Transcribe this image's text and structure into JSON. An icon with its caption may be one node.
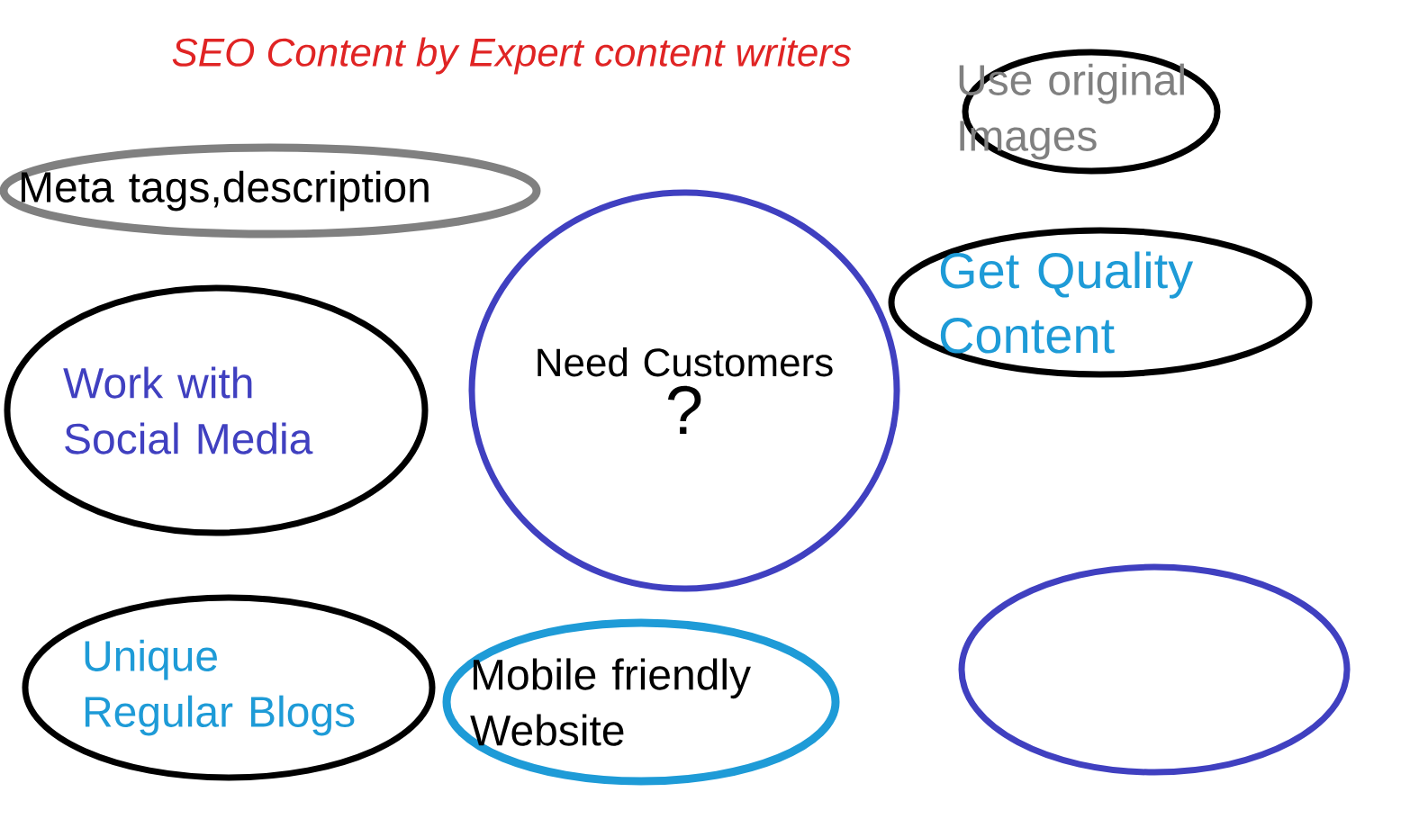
{
  "diagram": {
    "title": "SEO Content by Expert content writers",
    "nodes": [
      {
        "text": [
          "Use original Images"
        ]
      },
      {
        "text": [
          "Meta tags,description"
        ]
      },
      {
        "text": [
          "Get Quality Content"
        ]
      },
      {
        "text": [
          "Work with Social Media"
        ]
      },
      {
        "text": [
          "Need Customers",
          "?"
        ]
      },
      {
        "text": [
          "Unique Regular Blogs"
        ]
      },
      {
        "text": [
          "Mobile friendly Website"
        ]
      },
      {
        "text": [],
        "shape": "circle"
      }
    ]
  }
}
